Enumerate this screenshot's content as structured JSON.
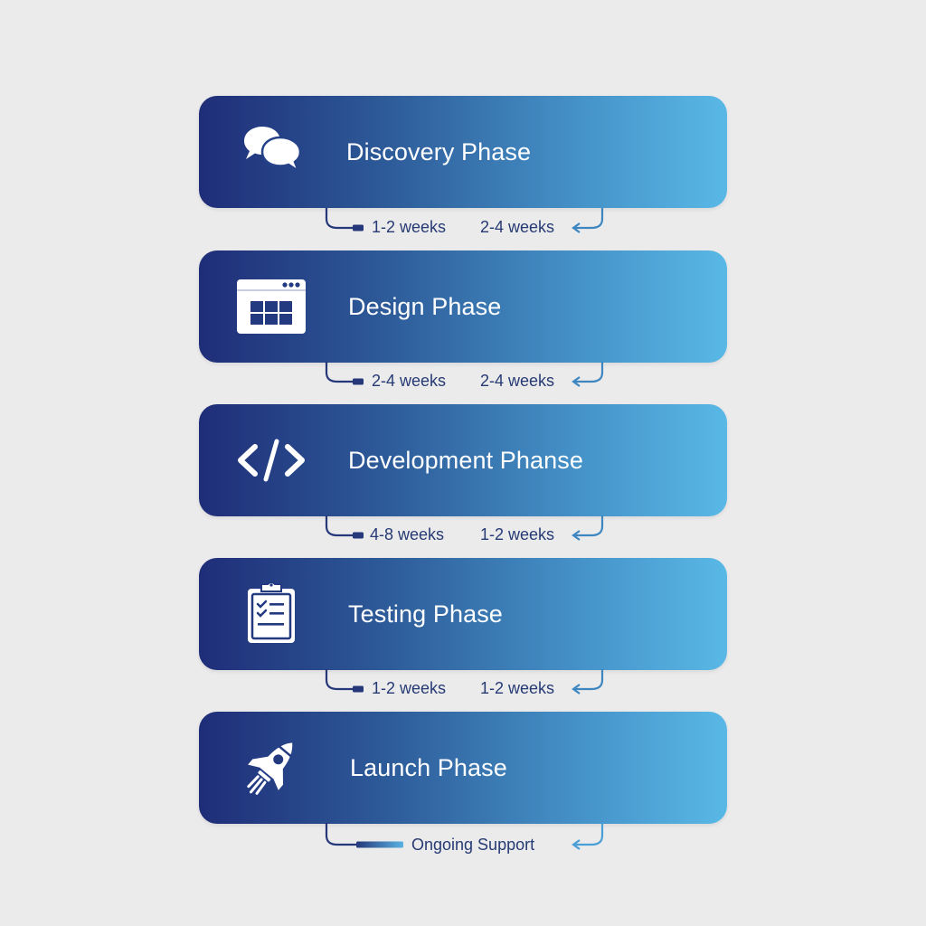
{
  "colors": {
    "background": "#ebebec",
    "gradient_start": "#1f2d78",
    "gradient_end": "#59b8e6",
    "text_dark": "#263a73",
    "title_text": "#ffffff"
  },
  "phases": [
    {
      "title": "Discovery Phase",
      "icon": "chat-bubbles-icon",
      "duration_left": "1-2 weeks",
      "duration_right": "2-4 weeks"
    },
    {
      "title": "Design Phase",
      "icon": "browser-grid-icon",
      "duration_left": "2-4 weeks",
      "duration_right": "2-4 weeks"
    },
    {
      "title": "Development Phanse",
      "icon": "code-icon",
      "duration_left": "4-8 weeks",
      "duration_right": "1-2 weeks"
    },
    {
      "title": "Testing Phase",
      "icon": "clipboard-checklist-icon",
      "duration_left": "1-2 weeks",
      "duration_right": "1-2 weeks"
    },
    {
      "title": "Launch Phase",
      "icon": "rocket-icon",
      "duration_center": "Ongoing Support"
    }
  ]
}
